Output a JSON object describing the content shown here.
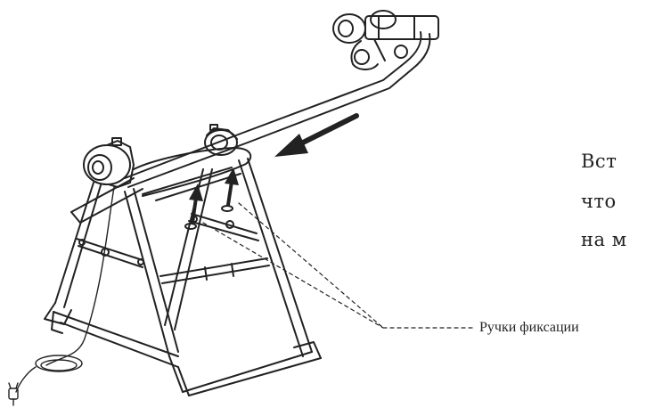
{
  "text_lines": [
    "Вст",
    "что",
    "на м"
  ],
  "callout": "Ручки фиксации",
  "icons": {
    "power_plug": "plug-icon"
  },
  "colors": {
    "line": "#222222",
    "background": "#ffffff"
  }
}
